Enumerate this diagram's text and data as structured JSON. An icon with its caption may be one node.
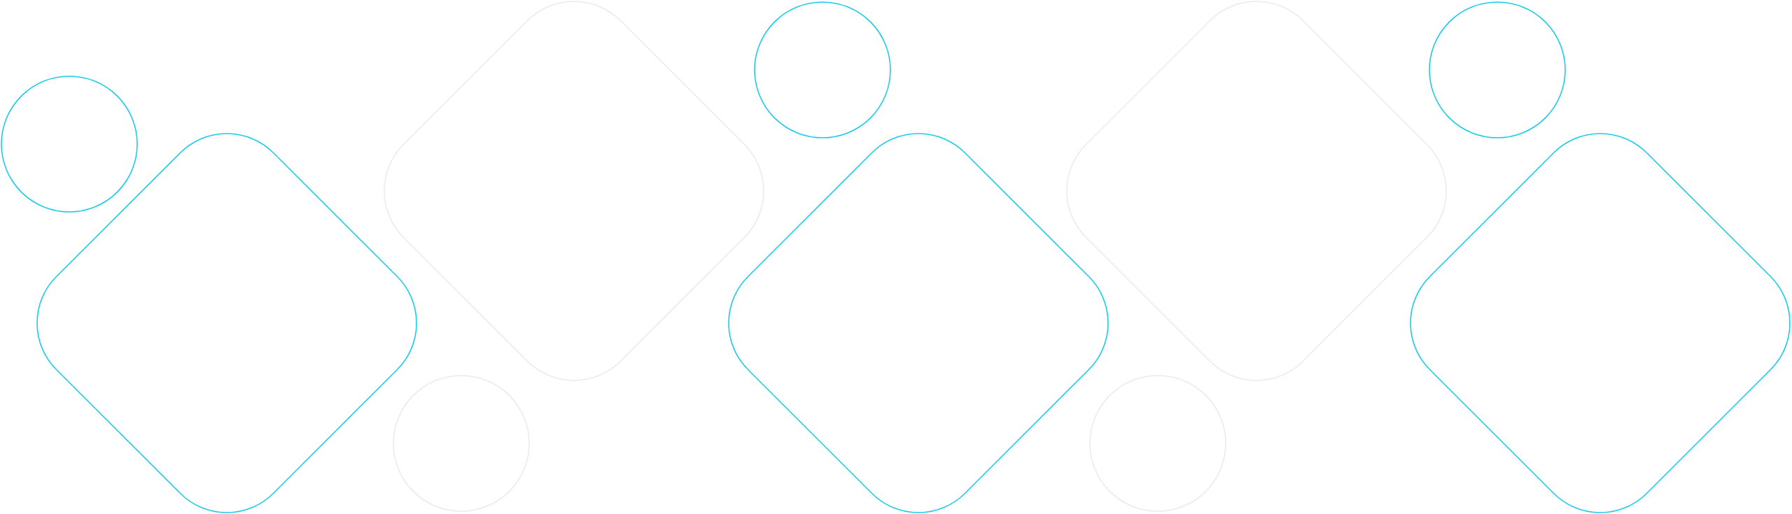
{
  "diagram": {
    "nodes": [
      {
        "text": [],
        "shape": "circle"
      },
      {
        "text": [],
        "shape": "diamond"
      },
      {
        "text": [],
        "shape": "circle"
      },
      {
        "text": [],
        "shape": "diamond"
      },
      {
        "text": [],
        "shape": "circle"
      },
      {
        "text": [],
        "shape": "diamond"
      },
      {
        "text": [],
        "shape": "circle"
      },
      {
        "text": [],
        "shape": "diamond"
      },
      {
        "text": [],
        "shape": "circle"
      },
      {
        "text": [],
        "shape": "diamond"
      }
    ]
  }
}
